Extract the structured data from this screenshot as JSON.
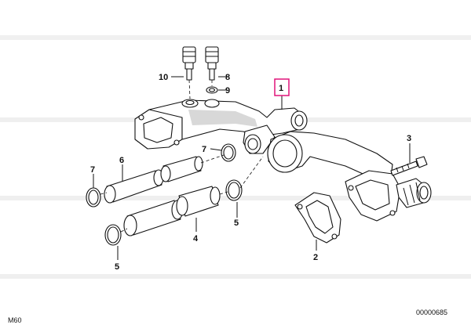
{
  "labels": {
    "p1": "1",
    "p2": "2",
    "p3": "3",
    "p4": "4",
    "p5a": "5",
    "p5b": "5",
    "p6": "6",
    "p7a": "7",
    "p7b": "7",
    "p8": "8",
    "p9": "9",
    "p10": "10"
  },
  "footer": {
    "model": "M60",
    "diagram_code": "00000685"
  },
  "colors": {
    "highlight": "#e0147a",
    "line": "#111111"
  }
}
